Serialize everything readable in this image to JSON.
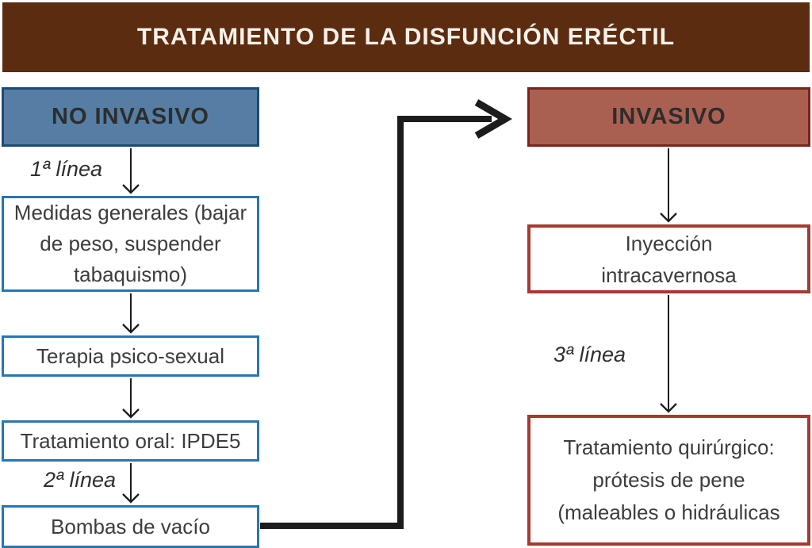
{
  "title": "TRATAMIENTO DE LA DISFUNCIÓN ERÉCTIL",
  "colors": {
    "title_bar_bg": "#5B2C0F",
    "non_invasive_header_bg": "#567EA5",
    "non_invasive_border": "#2577B5",
    "invasive_header_bg": "#AA6051",
    "invasive_border": "#A33B30",
    "arrow_color": "#1c1c1c"
  },
  "non_invasive": {
    "header": "NO INVASIVO",
    "line1_label": "1ª línea",
    "line2_label": "2ª línea",
    "steps": [
      "Medidas generales (bajar\nde peso,  suspender\ntabaquismo)",
      "Terapia psico-sexual",
      "Tratamiento oral: IPDE5",
      "Bombas de vacío"
    ]
  },
  "invasive": {
    "header": "INVASIVO",
    "line3_label": "3ª línea",
    "steps": [
      "Inyección\nintracavernosa",
      "Tratamiento quirúrgico:\nprótesis de pene\n(maleables o hidráulicas"
    ]
  }
}
